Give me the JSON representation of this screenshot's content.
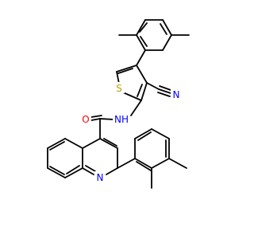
{
  "molecule": {
    "atoms": [
      {
        "id": "S1",
        "text": "S",
        "color": "#b8a500"
      },
      {
        "id": "N_nitrile",
        "text": "N",
        "color": "#0000ff"
      },
      {
        "id": "O1",
        "text": "O",
        "color": "#ff0000"
      },
      {
        "id": "N_amide",
        "text": "NH",
        "color": "#0000ff"
      },
      {
        "id": "N_quinoline",
        "text": "N",
        "color": "#0000ff"
      }
    ]
  }
}
